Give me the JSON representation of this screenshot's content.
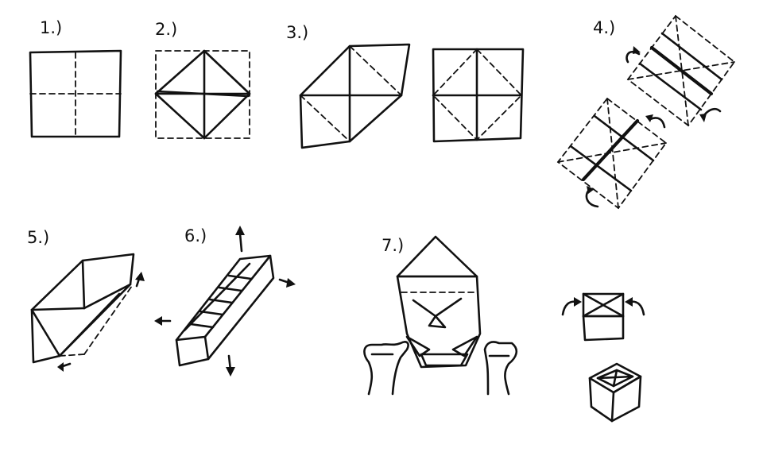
{
  "diagram": {
    "steps": [
      {
        "id": "step-1",
        "label": "1.)"
      },
      {
        "id": "step-2",
        "label": "2.)"
      },
      {
        "id": "step-3",
        "label": "3.)"
      },
      {
        "id": "step-4",
        "label": "4.)"
      },
      {
        "id": "step-5",
        "label": "5.)"
      },
      {
        "id": "step-6",
        "label": "6.)"
      },
      {
        "id": "step-7",
        "label": "7.)"
      }
    ],
    "line_color": "#111111",
    "background": "#ffffff"
  }
}
